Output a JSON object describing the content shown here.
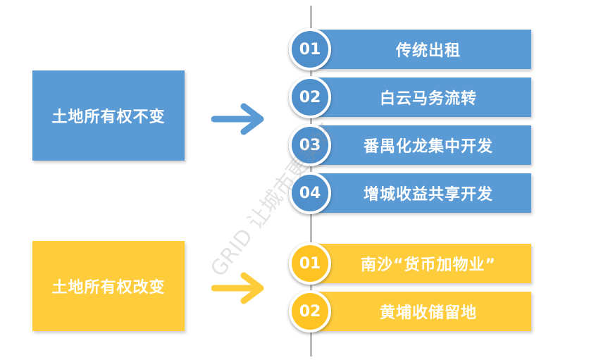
{
  "colors": {
    "blue": "#5b9bd5",
    "blue_circle": "#4f8fcc",
    "yellow": "#ffcd3c",
    "yellow_circle": "#ffc424",
    "line": "#bcbcbc"
  },
  "groups": [
    {
      "label": "土地所有权不变",
      "color": "blue",
      "items": [
        {
          "num": "01",
          "text": "传统出租"
        },
        {
          "num": "02",
          "text": "白云马务流转"
        },
        {
          "num": "03",
          "text": "番禺化龙集中开发"
        },
        {
          "num": "04",
          "text": "增城收益共享开发"
        }
      ]
    },
    {
      "label": "土地所有权改变",
      "color": "yellow",
      "items": [
        {
          "num": "01",
          "text": "南沙“货币加物业”"
        },
        {
          "num": "02",
          "text": "黄埔收储留地"
        }
      ]
    }
  ],
  "watermark": "GRID 让城市更美好"
}
